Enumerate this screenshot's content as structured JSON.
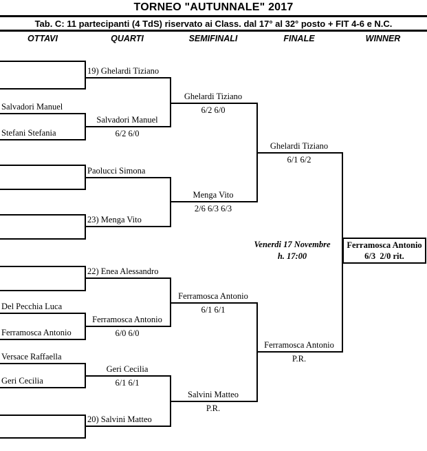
{
  "title": "TORNEO \"AUTUNNALE\" 2017",
  "subtitle": "Tab. C: 11 partecipanti (4 TdS) riservato ai Class. dal 17° al 32° posto + FIT 4-6 e N.C.",
  "columns": {
    "ottavi": "OTTAVI",
    "quarti": "QUARTI",
    "semifinali": "SEMIFINALI",
    "finale": "FINALE",
    "winner": "WINNER"
  },
  "ottavi": {
    "pair2_top": "Salvadori Manuel",
    "pair2_bottom": "Stefani Stefania",
    "pair6_top": "Del Pecchia Luca",
    "pair6_bottom": "Ferramosca Antonio",
    "pair7_top": "Versace Raffaella",
    "pair7_bottom": "Geri Cecilia"
  },
  "quarti": {
    "q1_name": "19) Ghelardi Tiziano",
    "q2_name": "Salvadori Manuel",
    "q2_score": "6/2 6/0",
    "q3_name": "Paolucci Simona",
    "q4_name": "23) Menga Vito",
    "q5_name": "22) Enea Alessandro",
    "q6_name": "Ferramosca Antonio",
    "q6_score": "6/0 6/0",
    "q7_name": "Geri Cecilia",
    "q7_score": "6/1 6/1",
    "q8_name": "20) Salvini Matteo"
  },
  "semifinali": {
    "s1_name": "Ghelardi Tiziano",
    "s1_score": "6/2 6/0",
    "s2_name": "Menga Vito",
    "s2_score": "2/6 6/3 6/3",
    "s3_name": "Ferramosca Antonio",
    "s3_score": "6/1 6/1",
    "s4_name": "Salvini Matteo",
    "s4_score": "P.R."
  },
  "finale": {
    "f1_name": "Ghelardi Tiziano",
    "f1_score": "6/1 6/2",
    "f2_name": "Ferramosca Antonio",
    "f2_score": "P.R.",
    "schedule_date": "Venerdi 17 Novembre",
    "schedule_time": "h. 17:00"
  },
  "winner": {
    "name": "Ferramosca Antonio",
    "score": "6/3  2/0 rit."
  }
}
